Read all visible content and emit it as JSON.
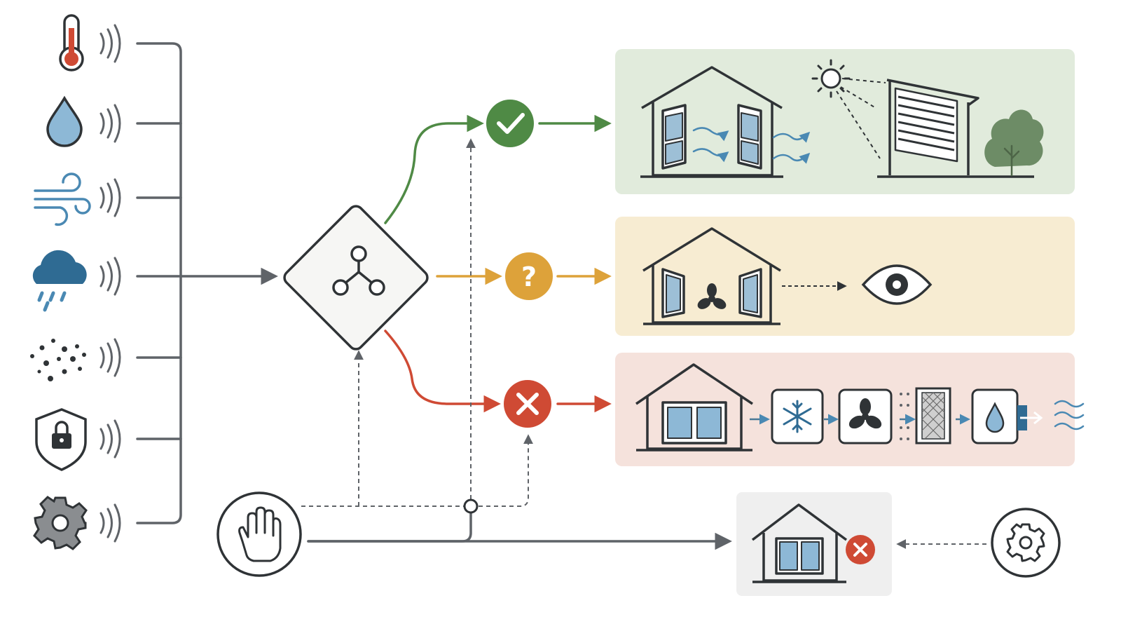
{
  "diagram": {
    "colors": {
      "line": "#5f6368",
      "dark": "#2f3336",
      "green": "#4f8a45",
      "amber": "#dda23a",
      "red": "#cf4a34",
      "blue": "#4a89b3",
      "panel_green": "#e1ebdc",
      "panel_amber": "#f7ecd2",
      "panel_red": "#f5e2dc",
      "panel_gray": "#efefef"
    },
    "sensors": [
      {
        "name": "temperature-sensor",
        "icon": "thermometer-icon"
      },
      {
        "name": "humidity-sensor",
        "icon": "water-drop-icon"
      },
      {
        "name": "wind-sensor",
        "icon": "wind-icon"
      },
      {
        "name": "rain-sensor",
        "icon": "rain-cloud-icon"
      },
      {
        "name": "air-quality-sensor",
        "icon": "particles-icon"
      },
      {
        "name": "security-sensor",
        "icon": "shield-lock-icon"
      },
      {
        "name": "system-status-sensor",
        "icon": "gear-icon"
      }
    ],
    "decision_node": {
      "icon": "branch-nodes-icon"
    },
    "outcomes": [
      {
        "name": "approved",
        "symbol": "✓",
        "icon": "check-icon",
        "panel": "open-windows-shade-panel"
      },
      {
        "name": "uncertain",
        "symbol": "?",
        "icon": "question-icon",
        "panel": "fan-monitor-panel"
      },
      {
        "name": "rejected",
        "symbol": "✕",
        "icon": "close-icon",
        "panel": "closed-hvac-panel"
      }
    ],
    "override": {
      "icon": "hand-stop-icon",
      "result_icon": "close-icon",
      "source_icon": "gear-icon"
    }
  }
}
